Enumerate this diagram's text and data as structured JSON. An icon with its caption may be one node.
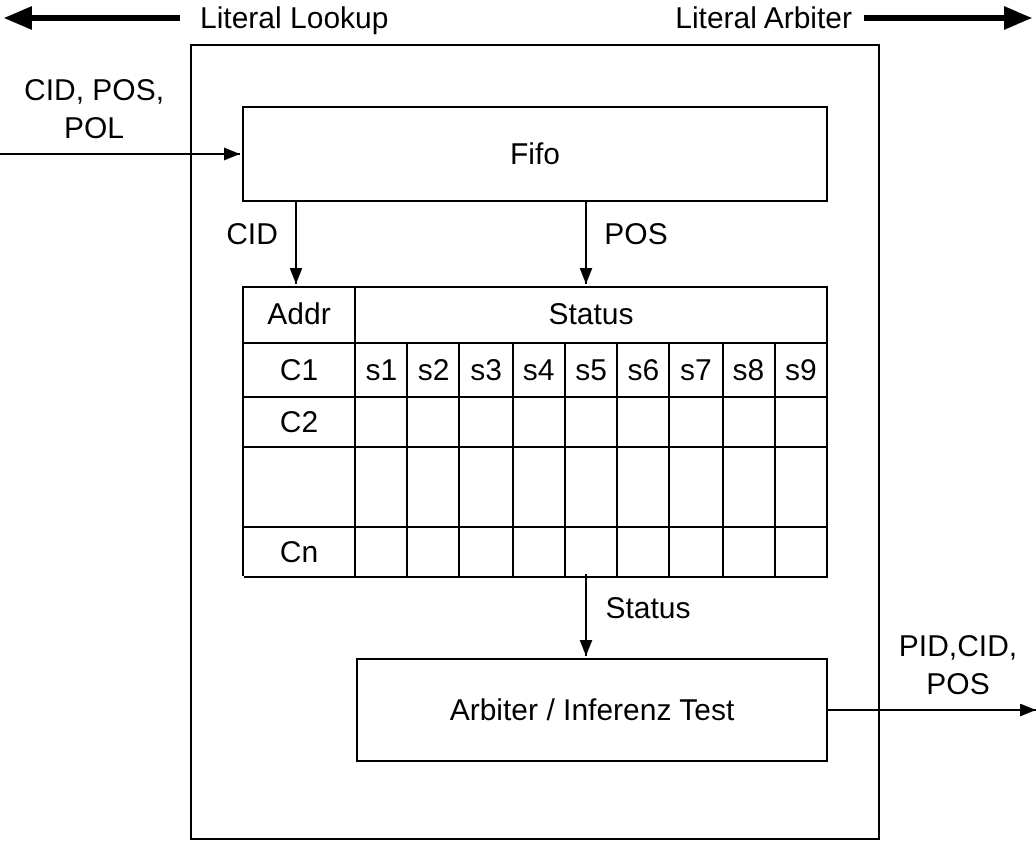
{
  "diagram": {
    "nodes": [
      {
        "text": [],
        "shape": "box"
      },
      {
        "text": [
          "Fifo"
        ],
        "in": 0
      },
      {
        "text": [
          "Addr",
          "Status",
          "C1",
          "s1",
          "s2",
          "s3",
          "s4",
          "s5",
          "s6",
          "s7",
          "s8",
          "s9",
          "C2",
          "Cn"
        ],
        "in": 0
      },
      {
        "text": [
          "Arbiter / Inferenz Test"
        ],
        "in": 0
      }
    ],
    "edges": [
      {
        "from": null,
        "to": 1,
        "arrow": "to",
        "label": "CID, POS, POL"
      },
      {
        "from": 1,
        "to": 2,
        "arrow": "to",
        "label": "CID"
      },
      {
        "from": 1,
        "to": 2,
        "arrow": "to",
        "label": "POS"
      },
      {
        "from": 2,
        "to": 3,
        "arrow": "to",
        "label": "Status"
      },
      {
        "from": 3,
        "to": null,
        "arrow": "to",
        "label": "PID,CID, POS"
      }
    ],
    "labels": [
      "Literal Lookup",
      "Literal Arbiter"
    ]
  }
}
